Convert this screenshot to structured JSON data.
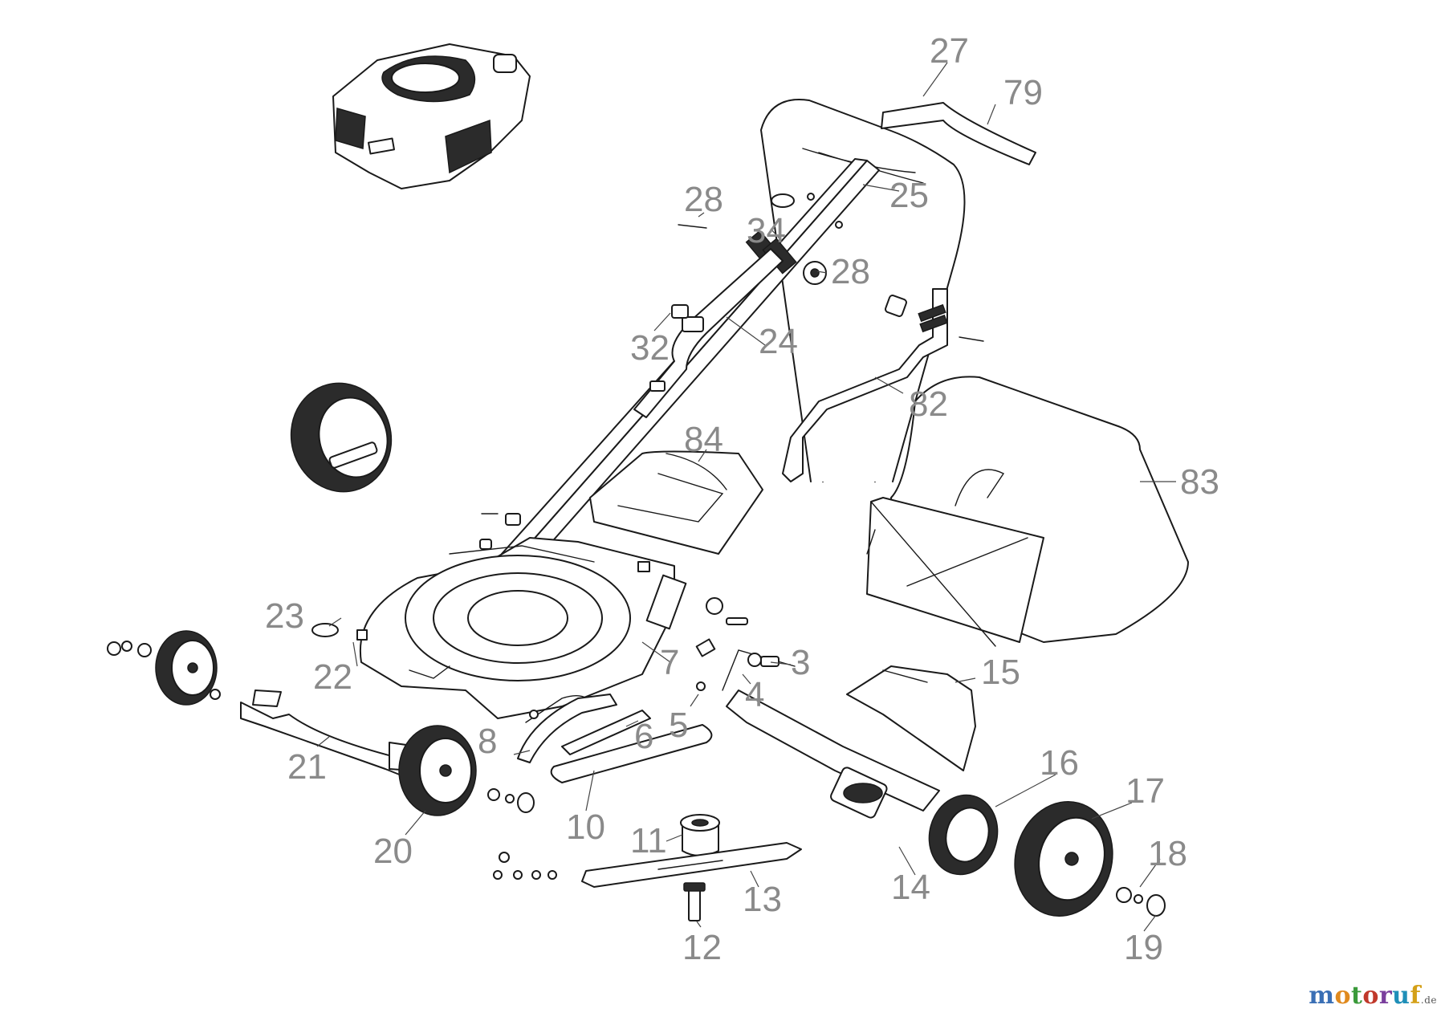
{
  "diagram": {
    "labels": [
      "27",
      "79",
      "25",
      "28",
      "34",
      "28",
      "32",
      "24",
      "82",
      "84",
      "83",
      "23",
      "22",
      "7",
      "3",
      "4",
      "15",
      "5",
      "6",
      "8",
      "21",
      "16",
      "17",
      "10",
      "11",
      "18",
      "20",
      "13",
      "14",
      "12",
      "19"
    ]
  },
  "brand": {
    "name": "motoruf",
    "suffix": ".de",
    "colors": [
      "#3a6fb5",
      "#e08a1e",
      "#3a9a3a",
      "#c0392b",
      "#7a3f9d",
      "#1f8fb8",
      "#d4a017"
    ]
  },
  "colors": {
    "label": "#8a8a8a",
    "line": "#1a1a1a"
  }
}
